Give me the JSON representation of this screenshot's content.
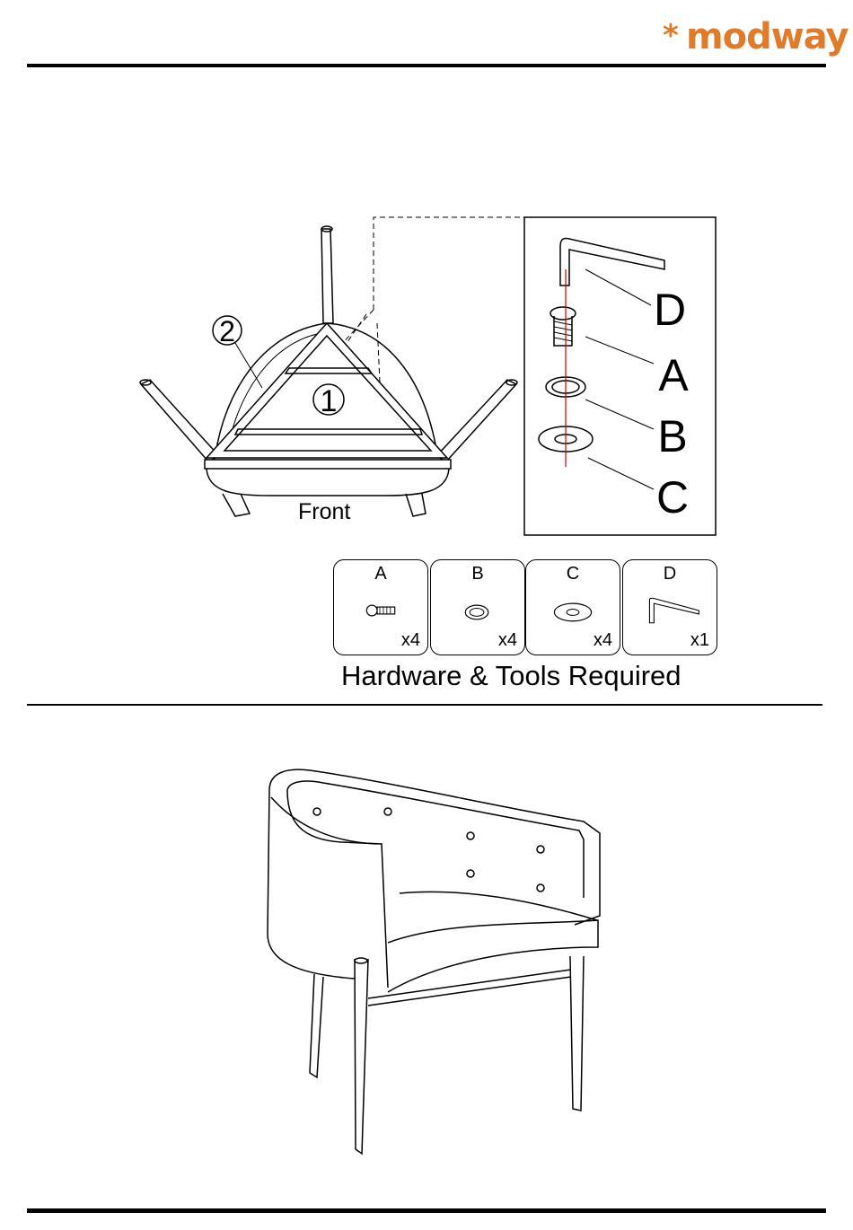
{
  "brand": {
    "star": "*",
    "name": "modway"
  },
  "diagram": {
    "front_label": "Front",
    "part_numbers": [
      "1",
      "2"
    ],
    "callouts": [
      "D",
      "A",
      "B",
      "C"
    ]
  },
  "hardware": {
    "items": [
      {
        "letter": "A",
        "qty": "x4",
        "icon": "bolt-icon"
      },
      {
        "letter": "B",
        "qty": "x4",
        "icon": "lock-washer-icon"
      },
      {
        "letter": "C",
        "qty": "x4",
        "icon": "flat-washer-icon"
      },
      {
        "letter": "D",
        "qty": "x1",
        "icon": "allen-key-icon"
      }
    ],
    "caption": "Hardware & Tools Required"
  },
  "colors": {
    "brand": "#e07b2a",
    "line": "#000000",
    "axis": "#cc0000"
  }
}
